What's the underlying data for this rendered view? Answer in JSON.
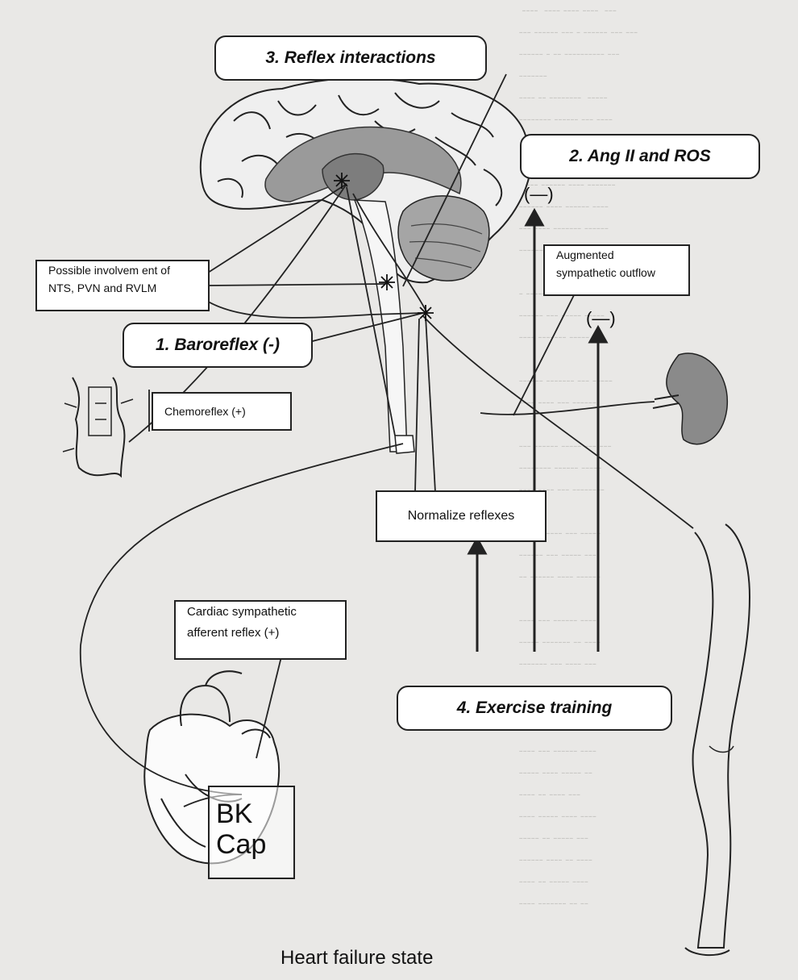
{
  "labels": {
    "reflex_interactions": "3. Reflex interactions",
    "ang_ros": "2. Ang II and ROS",
    "baroreflex": "1. Baroreflex (-)",
    "exercise_training": "4. Exercise training",
    "possible_line1": "Possible involvem ent of",
    "possible_line2": "NTS, PVN and RVLM",
    "augmented_line1": "Augmented",
    "augmented_line2": "sympathetic outflow",
    "chemoreflex": "Chemoreflex (+)",
    "normalize": "Normalize reflexes",
    "cardiac_line1": "Cardiac sympathetic",
    "cardiac_line2": "afferent reflex (+)",
    "bk": "BK",
    "cap": "Cap",
    "minus_1": "(—)",
    "minus_2": "(—)",
    "bottom_title": "Heart  failure state"
  },
  "colors": {
    "brain_fill": "#efefef",
    "brain_inner": "#9a9a9a",
    "thalamus": "#7d7d7d",
    "cerebellum": "#a5a5a5",
    "kidney": "#8a8a8a",
    "line": "#222222",
    "background": "#e9e8e6"
  }
}
